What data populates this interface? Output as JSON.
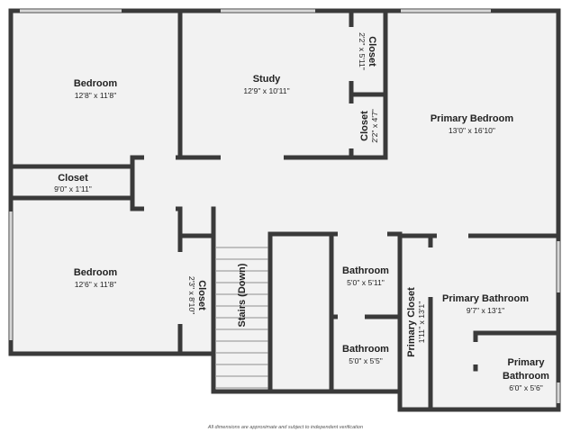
{
  "rooms": {
    "bedroom_top": {
      "name": "Bedroom",
      "dim": "12'8\" x 11'8\""
    },
    "study": {
      "name": "Study",
      "dim": "12'9\" x 10'11\""
    },
    "closet_top": {
      "name": "Closet",
      "dim": "2'2\" x 5'11\""
    },
    "closet_mid": {
      "name": "Closet",
      "dim": "2'2\" x 4'7\""
    },
    "primary_bedroom": {
      "name": "Primary Bedroom",
      "dim": "13'0\" x 16'10\""
    },
    "closet_hall": {
      "name": "Closet",
      "dim": "9'0\" x 1'11\""
    },
    "bedroom_bottom": {
      "name": "Bedroom",
      "dim": "12'6\" x 11'8\""
    },
    "closet_side": {
      "name": "Closet",
      "dim": "2'3\" x 8'10\""
    },
    "stairs": {
      "name": "Stairs (Down)"
    },
    "bathroom_top": {
      "name": "Bathroom",
      "dim": "5'0\" x 5'11\""
    },
    "bathroom_bottom": {
      "name": "Bathroom",
      "dim": "5'0\" x 5'5\""
    },
    "primary_closet": {
      "name": "Primary Closet",
      "dim": "1'11\" x 13'1\""
    },
    "primary_bathroom": {
      "name": "Primary Bathroom",
      "dim": "9'7\" x 13'1\""
    },
    "primary_bathroom_small": {
      "name_line1": "Primary",
      "name_line2": "Bathroom",
      "dim": "6'0\" x 5'6\""
    }
  },
  "footer_note": "All dimensions are approximate and subject to independent verification"
}
